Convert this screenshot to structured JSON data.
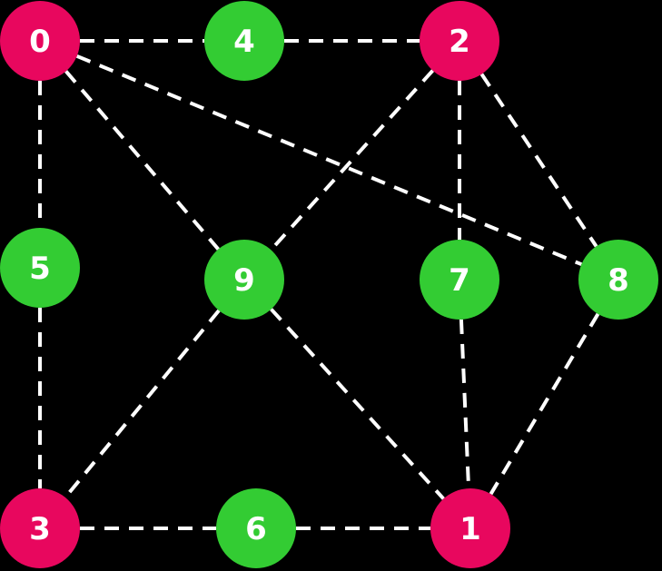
{
  "colors": {
    "background": "#000000",
    "edge": "#ffffff",
    "label": "#ffffff",
    "magenta": "#e8075e",
    "green": "#33cc33"
  },
  "nodes": [
    {
      "id": "0",
      "label": "0",
      "color": "magenta"
    },
    {
      "id": "1",
      "label": "1",
      "color": "magenta"
    },
    {
      "id": "2",
      "label": "2",
      "color": "magenta"
    },
    {
      "id": "3",
      "label": "3",
      "color": "magenta"
    },
    {
      "id": "4",
      "label": "4",
      "color": "green"
    },
    {
      "id": "5",
      "label": "5",
      "color": "green"
    },
    {
      "id": "6",
      "label": "6",
      "color": "green"
    },
    {
      "id": "7",
      "label": "7",
      "color": "green"
    },
    {
      "id": "8",
      "label": "8",
      "color": "green"
    },
    {
      "id": "9",
      "label": "9",
      "color": "green"
    }
  ],
  "edges": [
    [
      "0",
      "4"
    ],
    [
      "4",
      "2"
    ],
    [
      "0",
      "5"
    ],
    [
      "5",
      "3"
    ],
    [
      "0",
      "9"
    ],
    [
      "0",
      "8"
    ],
    [
      "2",
      "9"
    ],
    [
      "2",
      "7"
    ],
    [
      "2",
      "8"
    ],
    [
      "9",
      "3"
    ],
    [
      "9",
      "1"
    ],
    [
      "7",
      "1"
    ],
    [
      "8",
      "1"
    ],
    [
      "3",
      "6"
    ],
    [
      "6",
      "1"
    ]
  ]
}
